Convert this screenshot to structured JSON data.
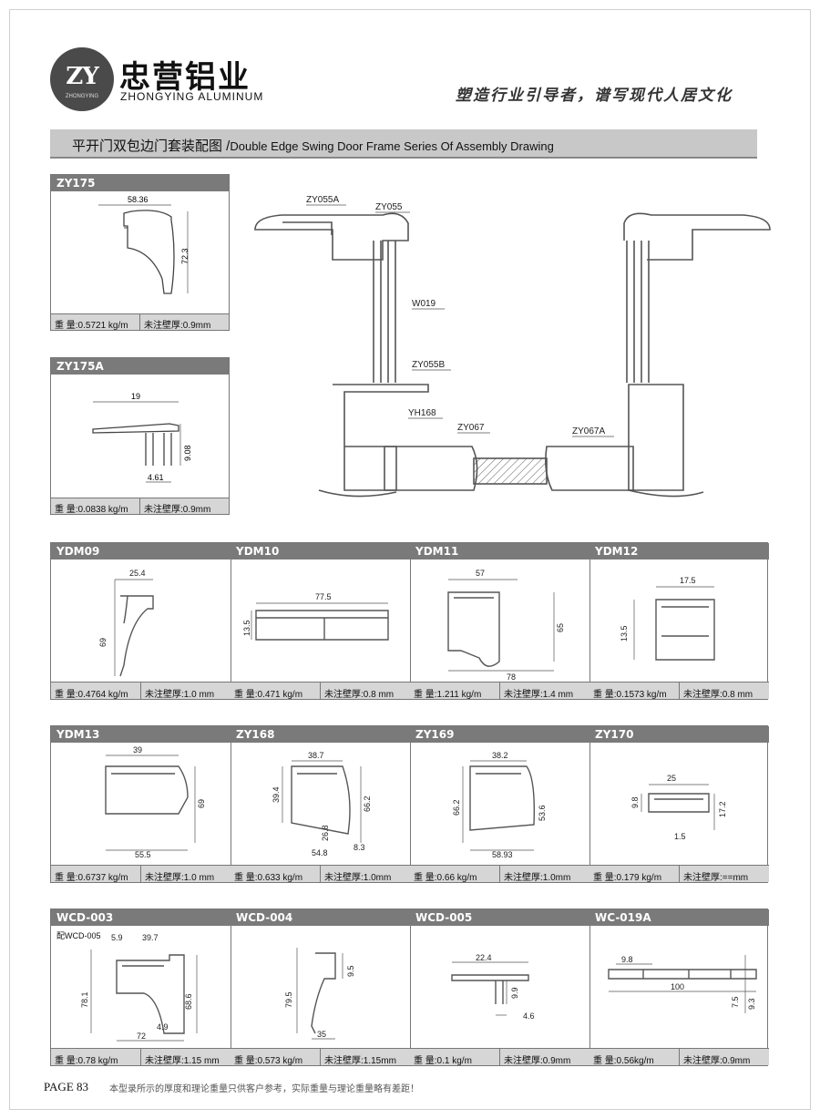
{
  "header": {
    "logo_mark": "ZY",
    "logo_sub": "ZHONGYING",
    "brand_cn": "忠营铝业",
    "brand_en": "ZHONGYING ALUMINUM",
    "slogan": "塑造行业引导者，谱写现代人居文化"
  },
  "title": {
    "cn": "平开门双包边门套装配图 /",
    "en": "Double Edge Swing Door Frame Series Of Assembly Drawing"
  },
  "assembly_labels": [
    "ZY055A",
    "ZY055",
    "W019",
    "ZY055B",
    "YH168",
    "ZY067",
    "ZY067A"
  ],
  "top_cards": [
    {
      "code": "ZY175",
      "weight": "重  量:0.5721 kg/m",
      "thickness": "未注壁厚:0.9mm",
      "dims": [
        "58.36",
        "72.3"
      ]
    },
    {
      "code": "ZY175A",
      "weight": "重  量:0.0838 kg/m",
      "thickness": "未注壁厚:0.9mm",
      "dims": [
        "19",
        "9.08",
        "4.61"
      ]
    }
  ],
  "row1": [
    {
      "code": "YDM09",
      "weight": "重  量:0.4764 kg/m",
      "thickness": "未注壁厚:1.0 mm",
      "dims": [
        "25.4",
        "69"
      ]
    },
    {
      "code": "YDM10",
      "weight": "重  量:0.471 kg/m",
      "thickness": "未注壁厚:0.8 mm",
      "dims": [
        "77.5",
        "13.5"
      ]
    },
    {
      "code": "YDM11",
      "weight": "重  量:1.211 kg/m",
      "thickness": "未注壁厚:1.4 mm",
      "dims": [
        "57",
        "65",
        "78"
      ]
    },
    {
      "code": "YDM12",
      "weight": "重  量:0.1573 kg/m",
      "thickness": "未注壁厚:0.8 mm",
      "dims": [
        "17.5",
        "13.5"
      ]
    }
  ],
  "row2": [
    {
      "code": "YDM13",
      "weight": "重  量:0.6737 kg/m",
      "thickness": "未注壁厚:1.0 mm",
      "dims": [
        "39",
        "69",
        "55.5"
      ]
    },
    {
      "code": "ZY168",
      "weight": "重  量:0.633 kg/m",
      "thickness": "未注壁厚:1.0mm",
      "dims": [
        "38.7",
        "39.4",
        "66.2",
        "26.8",
        "54.8",
        "8.3"
      ]
    },
    {
      "code": "ZY169",
      "weight": "重  量:0.66 kg/m",
      "thickness": "未注壁厚:1.0mm",
      "dims": [
        "38.2",
        "66.2",
        "53.6",
        "58.93"
      ]
    },
    {
      "code": "ZY170",
      "weight": "重  量:0.179 kg/m",
      "thickness": "未注壁厚:==mm",
      "dims": [
        "25",
        "9.8",
        "17.2",
        "1.5"
      ]
    }
  ],
  "row3": [
    {
      "code": "WCD-003",
      "weight": "重  量:0.78 kg/m",
      "thickness": "未注壁厚:1.15 mm",
      "note": "配WCD-005",
      "dims": [
        "5.9",
        "39.7",
        "78.1",
        "68.6",
        "4.9",
        "72"
      ]
    },
    {
      "code": "WCD-004",
      "weight": "重  量:0.573 kg/m",
      "thickness": "未注壁厚:1.15mm",
      "dims": [
        "79.5",
        "9.5",
        "35"
      ]
    },
    {
      "code": "WCD-005",
      "weight": "重  量:0.1 kg/m",
      "thickness": "未注壁厚:0.9mm",
      "dims": [
        "22.4",
        "9.9",
        "4.6"
      ]
    },
    {
      "code": "WC-019A",
      "weight": "重  量:0.56kg/m",
      "thickness": "未注壁厚:0.9mm",
      "dims": [
        "9.8",
        "100",
        "7.5",
        "9.3"
      ]
    }
  ],
  "footer": {
    "page": "PAGE  83",
    "disclaimer": "本型录所示的厚度和理论重量只供客户参考，实际重量与理论重量略有差距！"
  }
}
